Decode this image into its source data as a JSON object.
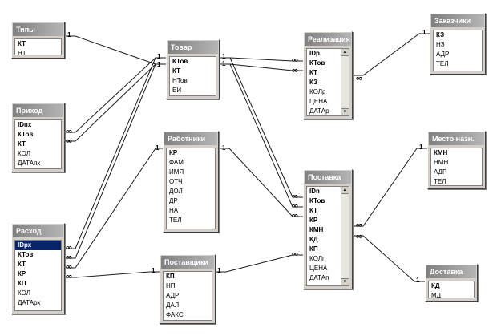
{
  "tables": [
    {
      "id": "tipy",
      "title": "Типы",
      "fields": [
        {
          "name": "КТ",
          "key": true
        },
        {
          "name": "НТ",
          "key": false
        }
      ]
    },
    {
      "id": "tovar",
      "title": "Товар",
      "fields": [
        {
          "name": "КТов",
          "key": true
        },
        {
          "name": "КТ",
          "key": true
        },
        {
          "name": "НТов",
          "key": false
        },
        {
          "name": "ЕИ",
          "key": false
        }
      ]
    },
    {
      "id": "realizaciya",
      "title": "Реализация",
      "fields": [
        {
          "name": "IDр",
          "key": true
        },
        {
          "name": "КТов",
          "key": true
        },
        {
          "name": "КТ",
          "key": true
        },
        {
          "name": "КЗ",
          "key": true
        },
        {
          "name": "КОЛр",
          "key": false
        },
        {
          "name": "ЦЕНА",
          "key": false
        },
        {
          "name": "ДАТАр",
          "key": false
        }
      ]
    },
    {
      "id": "zakazchiki",
      "title": "Заказчики",
      "fields": [
        {
          "name": "КЗ",
          "key": true
        },
        {
          "name": "НЗ",
          "key": false
        },
        {
          "name": "АДР",
          "key": false
        },
        {
          "name": "ТЕЛ",
          "key": false
        }
      ]
    },
    {
      "id": "prihod",
      "title": "Приход",
      "fields": [
        {
          "name": "IDпх",
          "key": true
        },
        {
          "name": "КТов",
          "key": true
        },
        {
          "name": "КТ",
          "key": true
        },
        {
          "name": "КОЛ",
          "key": false
        },
        {
          "name": "ДАТАпх",
          "key": false
        }
      ]
    },
    {
      "id": "rabotniki",
      "title": "Работники",
      "fields": [
        {
          "name": "КР",
          "key": true
        },
        {
          "name": "ФАМ",
          "key": false
        },
        {
          "name": "ИМЯ",
          "key": false
        },
        {
          "name": "ОТЧ",
          "key": false
        },
        {
          "name": "ДОЛ",
          "key": false
        },
        {
          "name": "ДР",
          "key": false
        },
        {
          "name": "НА",
          "key": false
        },
        {
          "name": "ТЕЛ",
          "key": false
        }
      ]
    },
    {
      "id": "mesto",
      "title": "Место назн.",
      "fields": [
        {
          "name": "КМН",
          "key": true
        },
        {
          "name": "НМН",
          "key": false
        },
        {
          "name": "АДР",
          "key": false
        },
        {
          "name": "ТЕЛ",
          "key": false
        }
      ]
    },
    {
      "id": "postavka",
      "title": "Поставка",
      "fields": [
        {
          "name": "IDп",
          "key": true
        },
        {
          "name": "КТов",
          "key": true
        },
        {
          "name": "КТ",
          "key": true
        },
        {
          "name": "КР",
          "key": true
        },
        {
          "name": "КМН",
          "key": true
        },
        {
          "name": "КД",
          "key": true
        },
        {
          "name": "КП",
          "key": true
        },
        {
          "name": "КОЛп",
          "key": false
        },
        {
          "name": "ЦЕНА",
          "key": false
        },
        {
          "name": "ДАТАп",
          "key": false
        }
      ]
    },
    {
      "id": "rashod",
      "title": "Расход",
      "fields": [
        {
          "name": "IDрх",
          "key": true,
          "selected": true
        },
        {
          "name": "КТов",
          "key": true
        },
        {
          "name": "КТ",
          "key": true
        },
        {
          "name": "КР",
          "key": true
        },
        {
          "name": "КП",
          "key": true
        },
        {
          "name": "КОЛ",
          "key": false
        },
        {
          "name": "ДАТАрх",
          "key": false
        }
      ]
    },
    {
      "id": "postavschiki",
      "title": "Поставщики",
      "fields": [
        {
          "name": "КП",
          "key": true
        },
        {
          "name": "НП",
          "key": false
        },
        {
          "name": "АДР",
          "key": false
        },
        {
          "name": "ДАЛ",
          "key": false
        },
        {
          "name": "ФАКС",
          "key": false
        }
      ]
    },
    {
      "id": "dostavka",
      "title": "Доставка",
      "fields": [
        {
          "name": "КД",
          "key": true
        },
        {
          "name": "МД",
          "key": false
        }
      ]
    }
  ],
  "cardinality": {
    "one": "1",
    "many": "∞"
  }
}
